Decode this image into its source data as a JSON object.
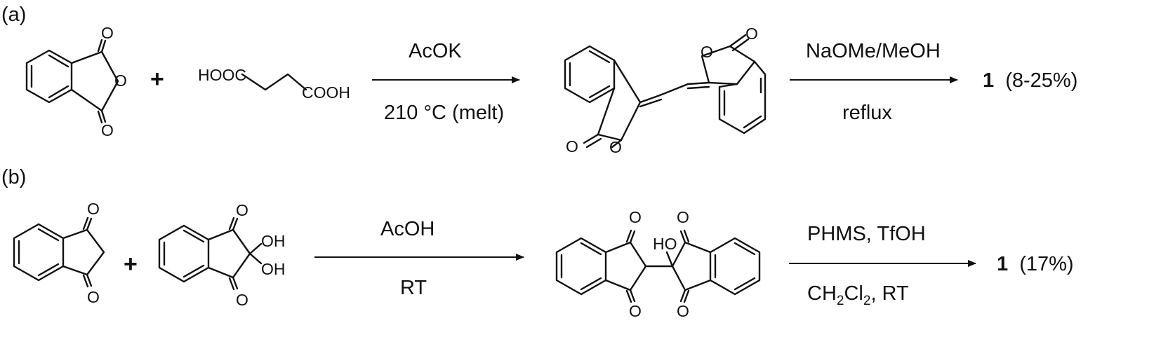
{
  "scheme_a": {
    "panel_label": "(a)",
    "plus": "+",
    "succinic_acid": {
      "left": "HOOC",
      "right": "COOH"
    },
    "step1": {
      "reagent": "AcOK",
      "conditions": "210 °C (melt)"
    },
    "step2": {
      "reagent": "NaOMe/MeOH",
      "conditions": "reflux"
    },
    "product": {
      "number": "1",
      "yield": "(8-25%)"
    },
    "atoms": {
      "O": "O"
    }
  },
  "scheme_b": {
    "panel_label": "(b)",
    "plus": "+",
    "ninhydrin_oh": "OH",
    "adduct_ho": "HO",
    "step1": {
      "reagent": "AcOH",
      "conditions": "RT"
    },
    "step2": {
      "reagent": "PHMS, TfOH",
      "solvent_main": "CH",
      "sub1": "2",
      "cl": "Cl",
      "sub2": "2",
      "solvent_rest": ", RT"
    },
    "product": {
      "number": "1",
      "yield": "(17%)"
    }
  }
}
